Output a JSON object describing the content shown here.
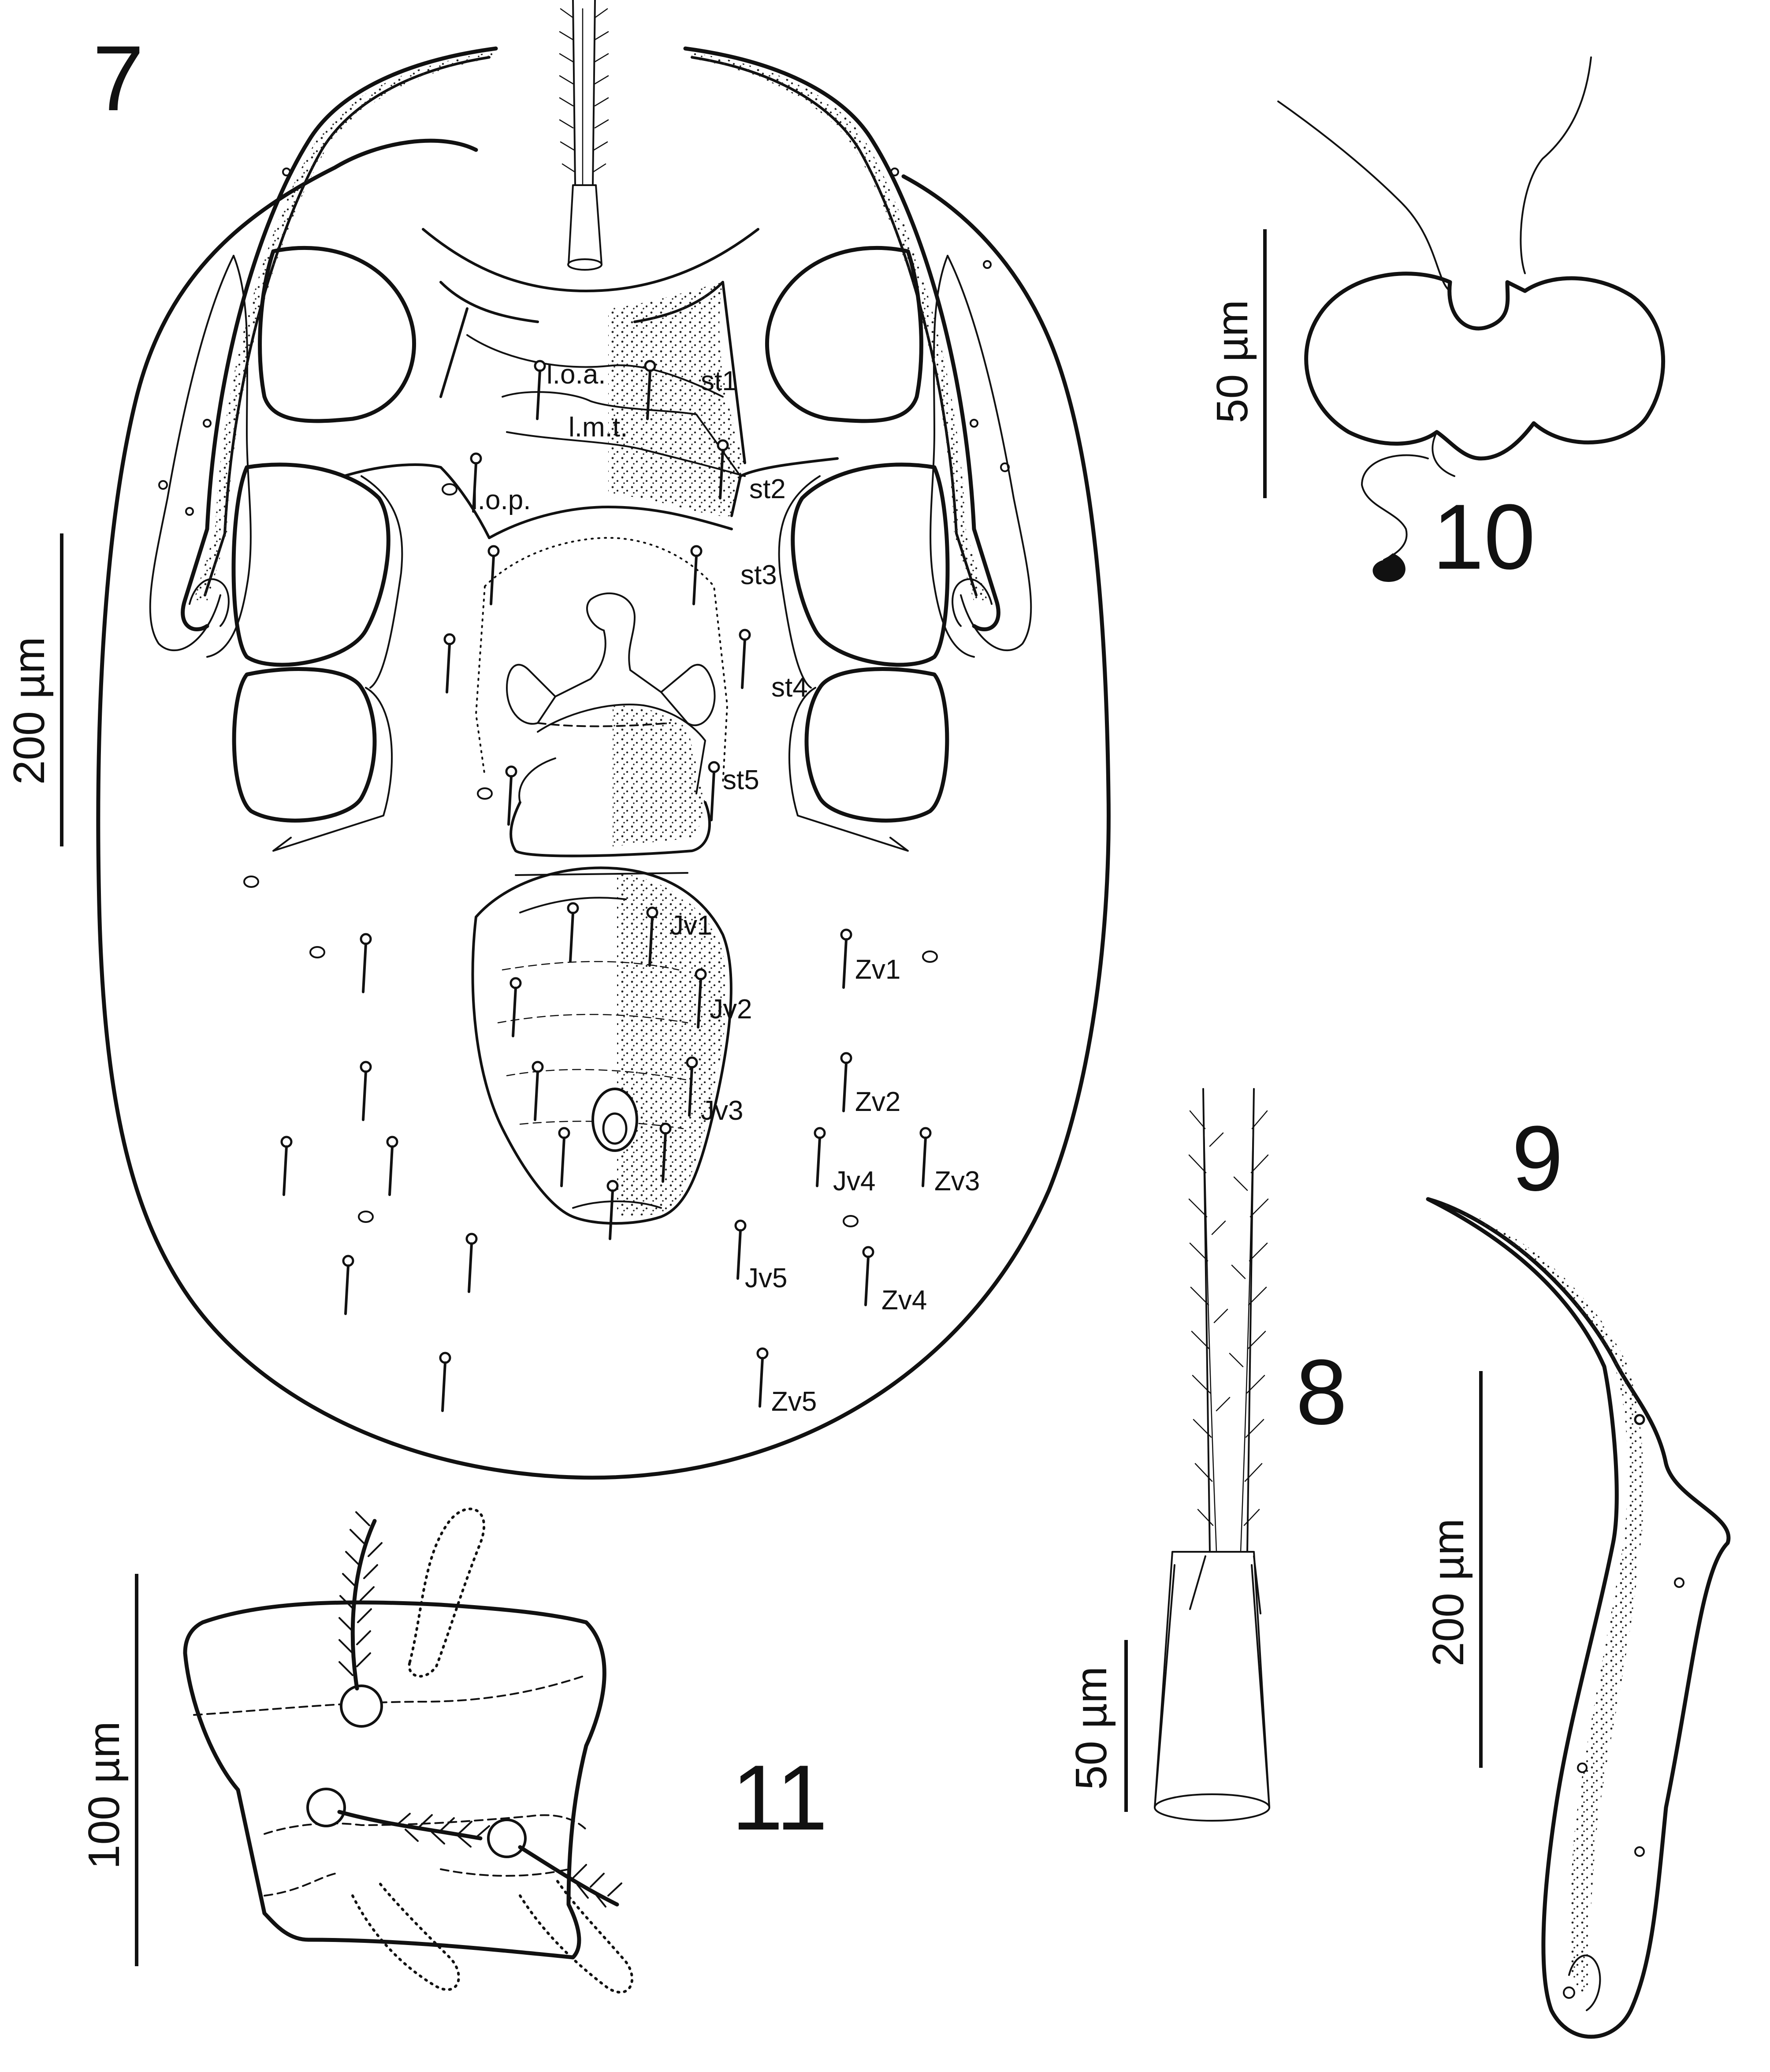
{
  "figures": [
    {
      "number": "7",
      "scale_bar": "200 µm",
      "labels": [
        "l.o.a.",
        "l.m.t.",
        "l.o.p.",
        "st1",
        "st2",
        "st3",
        "st4",
        "st5",
        "Jv1",
        "Jv2",
        "Jv3",
        "Jv4",
        "Jv5",
        "Zv1",
        "Zv2",
        "Zv3",
        "Zv4",
        "Zv5"
      ]
    },
    {
      "number": "8",
      "scale_bar": "50 µm"
    },
    {
      "number": "9",
      "scale_bar": "200 µm"
    },
    {
      "number": "10",
      "scale_bar": "50 µm"
    },
    {
      "number": "11",
      "scale_bar": "100 µm"
    }
  ]
}
